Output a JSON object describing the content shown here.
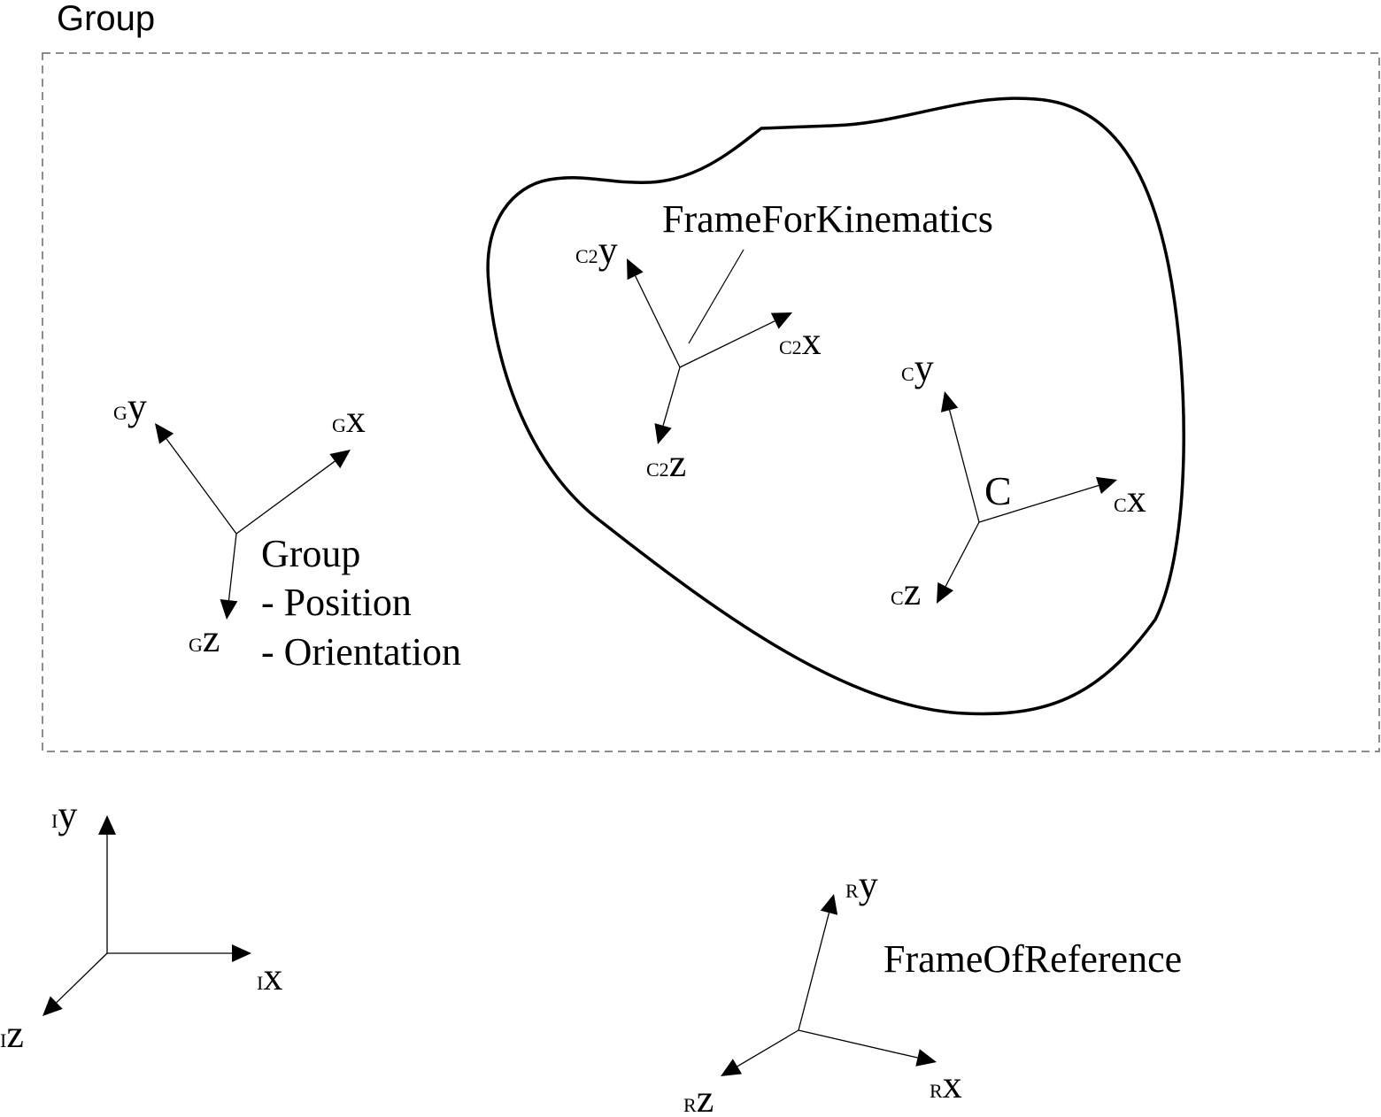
{
  "group_box": {
    "title": "Group"
  },
  "body": {
    "label": "FrameForKinematics",
    "center_label": "C"
  },
  "group_info": {
    "lines": [
      "Group",
      "- Position",
      "- Orientation"
    ]
  },
  "frame_of_reference": {
    "label": "FrameOfReference"
  },
  "frames": {
    "group": {
      "x": {
        "sub": "G",
        "letter": "x"
      },
      "y": {
        "sub": "G",
        "letter": "y"
      },
      "z": {
        "sub": "G",
        "letter": "z"
      }
    },
    "c2": {
      "x": {
        "sub": "C2",
        "letter": "x"
      },
      "y": {
        "sub": "C2",
        "letter": "y"
      },
      "z": {
        "sub": "C2",
        "letter": "z"
      }
    },
    "c": {
      "x": {
        "sub": "C",
        "letter": "x"
      },
      "y": {
        "sub": "C",
        "letter": "y"
      },
      "z": {
        "sub": "C",
        "letter": "z"
      }
    },
    "inertial": {
      "x": {
        "sub": "I",
        "letter": "x"
      },
      "y": {
        "sub": "I",
        "letter": "y"
      },
      "z": {
        "sub": "I",
        "letter": "z"
      }
    },
    "reference": {
      "x": {
        "sub": "R",
        "letter": "x"
      },
      "y": {
        "sub": "R",
        "letter": "y"
      },
      "z": {
        "sub": "R",
        "letter": "z"
      }
    }
  }
}
